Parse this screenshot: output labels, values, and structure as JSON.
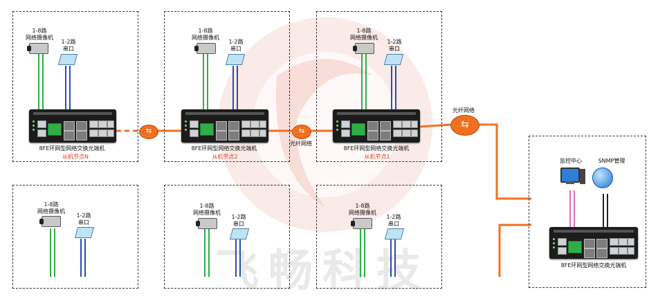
{
  "nodes": [
    {
      "camera_label": "1-8路\n网络摄像机",
      "serial_label": "1-2路\n串口",
      "device_label": "8FE环网型网络交换光端机",
      "node_label": "从机节点N"
    },
    {
      "camera_label": "1-8路\n网络摄像机",
      "serial_label": "1-2路\n串口",
      "device_label": "8FE环网型网络交换光端机",
      "node_label": "从机节点2"
    },
    {
      "camera_label": "1-8路\n网络摄像机",
      "serial_label": "1-2路\n串口",
      "device_label": "8FE环网型网络交换光端机",
      "node_label": "从机节点1"
    },
    {
      "camera_label": "1-8路\n网络摄像机",
      "serial_label": "1-2路\n串口"
    },
    {
      "camera_label": "1-8路\n网络摄像机",
      "serial_label": "1-2路\n串口"
    },
    {
      "camera_label": "1-8路\n网络摄像机",
      "serial_label": "1-2路\n串口"
    }
  ],
  "fiber_labels": [
    "光纤网络",
    "光纤网络"
  ],
  "center": {
    "monitor_label": "监控中心",
    "snmp_label": "SNMP管理",
    "device_label": "8FE环网型网络交换光端机"
  },
  "watermark": "飞畅科技",
  "colors": {
    "fiber": "#f07020",
    "green_wire": "#2fae47",
    "blue_wire": "#2a4fa8",
    "red_text": "#e03a1e"
  }
}
